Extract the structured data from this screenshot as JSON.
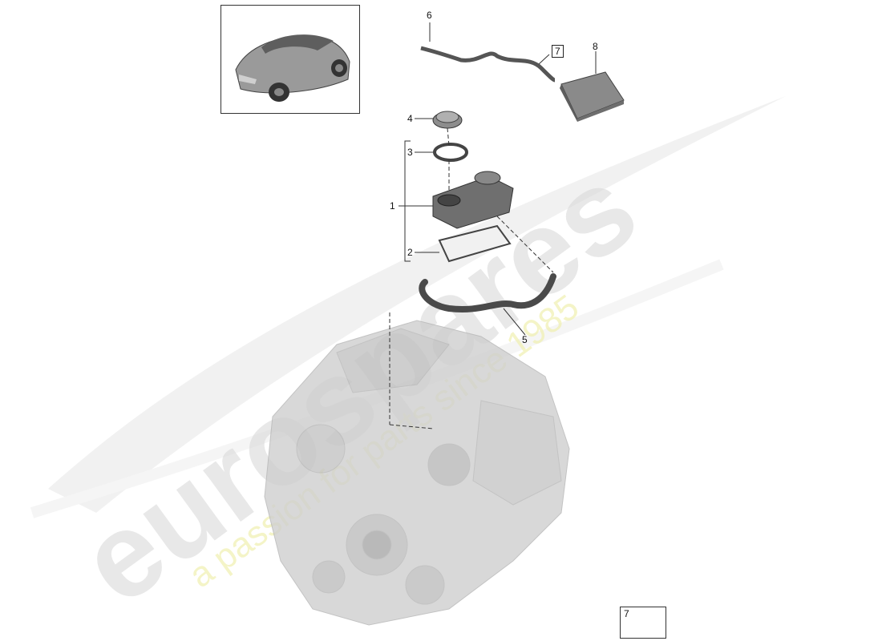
{
  "diagram": {
    "parts": [
      {
        "number": "1"
      },
      {
        "number": "2"
      },
      {
        "number": "3"
      },
      {
        "number": "4"
      },
      {
        "number": "5"
      },
      {
        "number": "6"
      },
      {
        "number": "7"
      },
      {
        "number": "8"
      }
    ],
    "legend": {
      "number": "7"
    }
  },
  "watermark": {
    "brand": "eurospares",
    "tagline": "a passion for parts since 1985",
    "brand_color": "#d9d9d9",
    "tagline_color": "#f0f0b0"
  }
}
